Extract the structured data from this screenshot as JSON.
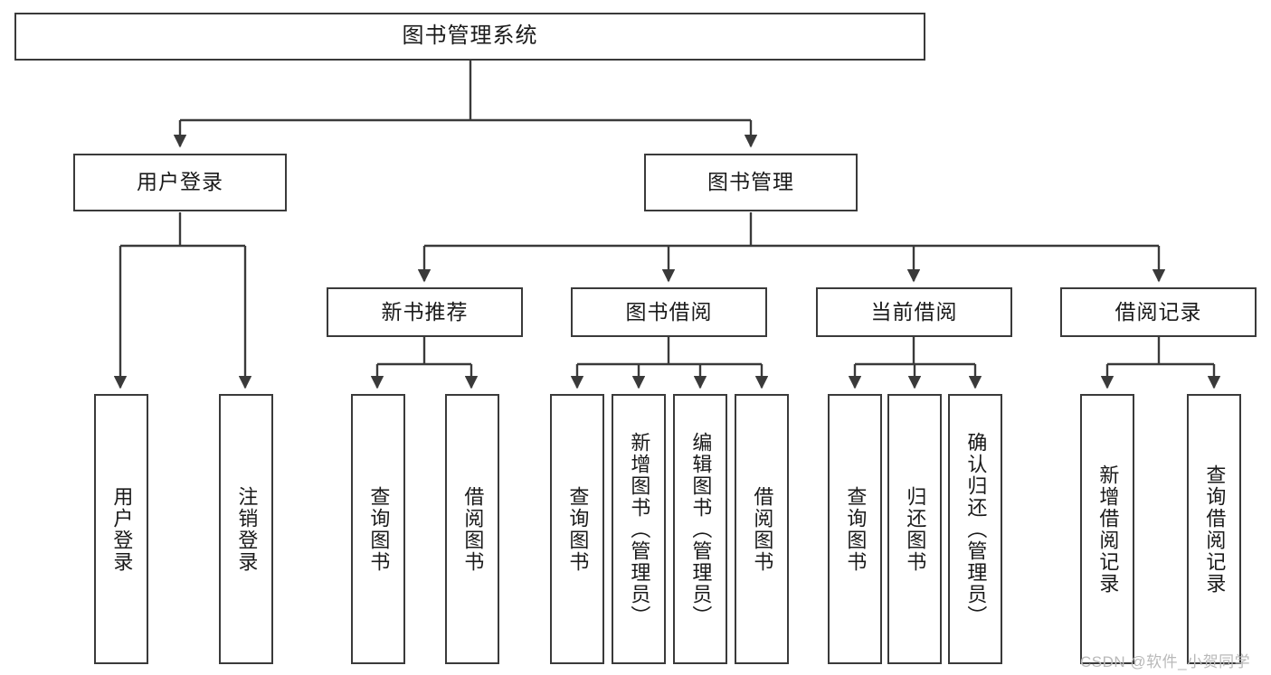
{
  "diagram": {
    "title": "图书管理系统",
    "type": "tree-hierarchy",
    "background_color": "#ffffff",
    "box_border_color": "#3a3a3a",
    "text_color": "#1a1a1a"
  },
  "nodes": {
    "root": {
      "label": "图书管理系统"
    },
    "level2": [
      {
        "label": "用户登录"
      },
      {
        "label": "图书管理"
      }
    ],
    "level3": [
      {
        "label": "新书推荐"
      },
      {
        "label": "图书借阅"
      },
      {
        "label": "当前借阅"
      },
      {
        "label": "借阅记录"
      }
    ],
    "leaves": {
      "user_login": [
        {
          "label": "用户登录"
        },
        {
          "label": "注销登录"
        }
      ],
      "new_book_recommend": [
        {
          "label": "查询图书"
        },
        {
          "label": "借阅图书"
        }
      ],
      "book_borrow": [
        {
          "label": "查询图书"
        },
        {
          "label": "新增图书（管理员）"
        },
        {
          "label": "编辑图书（管理员）"
        },
        {
          "label": "借阅图书"
        }
      ],
      "current_borrow": [
        {
          "label": "查询图书"
        },
        {
          "label": "归还图书"
        },
        {
          "label": "确认归还（管理员）"
        }
      ],
      "borrow_record": [
        {
          "label": "新增借阅记录"
        },
        {
          "label": "查询借阅记录"
        }
      ]
    }
  },
  "watermark": {
    "text": "CSDN @软件_小贺同学"
  }
}
